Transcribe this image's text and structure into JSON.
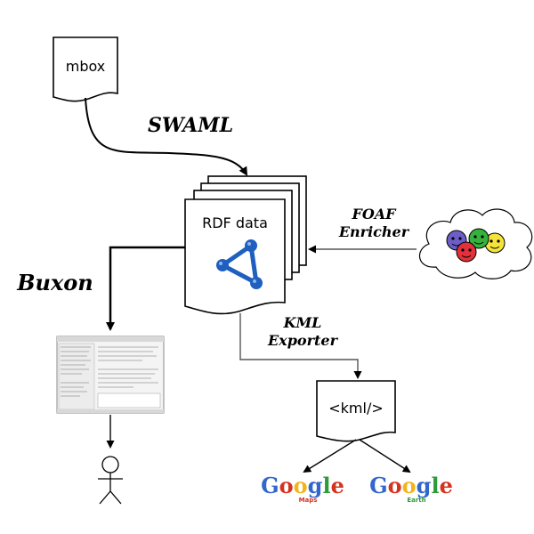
{
  "nodes": {
    "mbox": {
      "label": "mbox"
    },
    "rdf": {
      "label": "RDF data"
    },
    "kml": {
      "label": "<kml/>"
    },
    "google_maps": {
      "brand": "Google",
      "product": "Maps"
    },
    "google_earth": {
      "brand": "Google",
      "product": "Earth"
    }
  },
  "edges": {
    "swaml": {
      "label": "SWAML"
    },
    "foaf": {
      "line1": "FOAF",
      "line2": "Enricher"
    },
    "buxon": {
      "label": "Buxon"
    },
    "kml_exporter": {
      "line1": "KML",
      "line2": "Exporter"
    }
  },
  "colors": {
    "google_blue": "#3366cc",
    "google_red": "#d6331f",
    "google_yellow": "#f2b418",
    "google_green": "#2e9a3a",
    "rdf_logo": "#1f5fbf",
    "foaf_purple": "#6b5fc7",
    "foaf_green": "#35b23d",
    "foaf_yellow": "#f5e33b",
    "foaf_red": "#e2313a"
  },
  "icons": [
    "document-icon",
    "rdf-logo-icon",
    "foaf-cloud-icon",
    "buxon-screenshot-icon",
    "user-stick-figure-icon"
  ]
}
